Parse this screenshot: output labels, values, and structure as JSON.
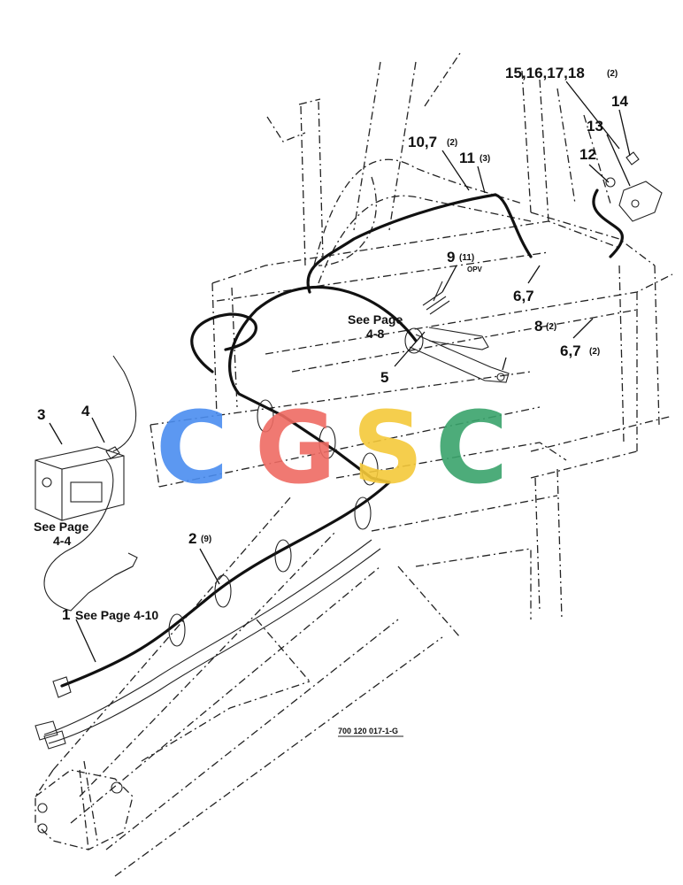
{
  "diagram": {
    "callouts": [
      {
        "id": "c1",
        "number": "1",
        "qty": ""
      },
      {
        "id": "c2",
        "number": "2",
        "qty": "(9)"
      },
      {
        "id": "c3",
        "number": "3",
        "qty": ""
      },
      {
        "id": "c4",
        "number": "4",
        "qty": ""
      },
      {
        "id": "c5",
        "number": "5",
        "qty": ""
      },
      {
        "id": "c67a",
        "number": "6,7",
        "qty": ""
      },
      {
        "id": "c67b",
        "number": "6,7",
        "qty": "(2)"
      },
      {
        "id": "c8",
        "number": "8",
        "qty": "(2)"
      },
      {
        "id": "c9",
        "number": "9",
        "qty": "(11)",
        "note": "OPV"
      },
      {
        "id": "c107",
        "number": "10,7",
        "qty": "(2)"
      },
      {
        "id": "c11",
        "number": "11",
        "qty": "(3)"
      },
      {
        "id": "c12",
        "number": "12",
        "qty": ""
      },
      {
        "id": "c13",
        "number": "13",
        "qty": ""
      },
      {
        "id": "c14",
        "number": "14",
        "qty": ""
      },
      {
        "id": "c15",
        "number": "15,16,17,18",
        "qty": "(2)"
      }
    ],
    "page_refs": {
      "ref_4_10": "See Page 4-10",
      "ref_4_4_line1": "See Page",
      "ref_4_4_line2": "4-4",
      "ref_4_8_line1": "See Page",
      "ref_4_8_line2": "4-8"
    },
    "figure_number": "700 120 017-1-G",
    "watermark": {
      "letters": [
        "C",
        "G",
        "S",
        "C"
      ],
      "colors": [
        "#4b8df0",
        "#ef6b63",
        "#f5c93a",
        "#3aa46c"
      ]
    }
  }
}
